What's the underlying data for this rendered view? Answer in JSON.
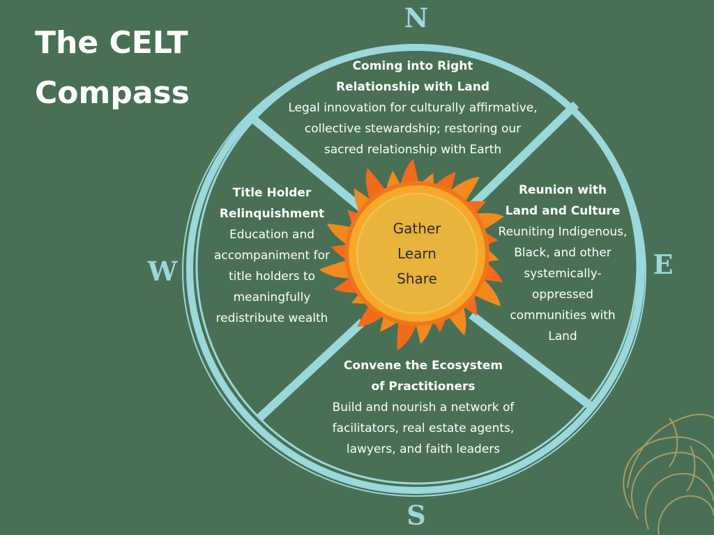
{
  "title": {
    "line1": "The CELT",
    "line2": "Compass"
  },
  "cardinals": {
    "north": "N",
    "south": "S",
    "east": "E",
    "west": "W"
  },
  "center": {
    "words": [
      "Gather",
      "Learn",
      "Share"
    ]
  },
  "quadrants": {
    "north": {
      "heading": [
        "Coming into Right",
        "Relationship with Land"
      ],
      "body": [
        "Legal innovation for culturally affirmative,",
        "collective stewardship; restoring our",
        "sacred relationship with Earth"
      ]
    },
    "east": {
      "heading": [
        "Reunion with",
        "Land and Culture"
      ],
      "body": [
        "Reuniting Indigenous,",
        "Black, and other",
        "systemically-",
        "oppressed",
        "communities with",
        "Land"
      ]
    },
    "south": {
      "heading": [
        "Convene the Ecosystem",
        "of Practitioners"
      ],
      "body": [
        "Build and nourish a network of",
        "facilitators, real estate agents,",
        "lawyers, and faith leaders"
      ]
    },
    "west": {
      "heading": [
        "Title Holder",
        "Relinquishment"
      ],
      "body": [
        "Education and",
        "accompaniment for",
        "title holders to",
        "meaningfully",
        "redistribute wealth"
      ]
    }
  },
  "colors": {
    "background": "#497055",
    "compass_ring": "#9bd8dc",
    "fire_outer": "#f26a1b",
    "fire_inner": "#e8b43c",
    "decoration_line": "#b9a46a"
  },
  "icons": {
    "fire": "fire-ring-icon",
    "decoration": "lotus-outline-icon"
  }
}
